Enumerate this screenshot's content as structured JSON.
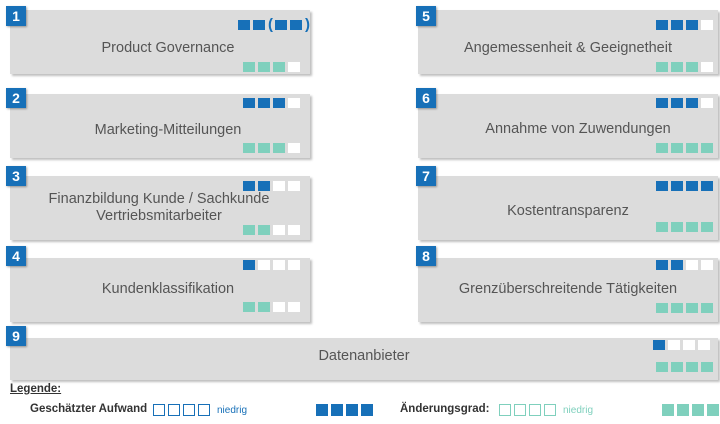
{
  "colors": {
    "effort": "#1770b8",
    "change": "#7fd0bd",
    "card_bg": "#dcdcdc",
    "empty": "#ffffff"
  },
  "topics": [
    {
      "number": "1",
      "title": "Product Governance",
      "effort": 2,
      "effort_extra": 2,
      "change": 3
    },
    {
      "number": "2",
      "title": "Marketing-Mitteilungen",
      "effort": 3,
      "change": 3
    },
    {
      "number": "3",
      "title": "Finanzbildung Kunde / Sachkunde Vertriebsmitarbeiter",
      "effort": 2,
      "change": 2
    },
    {
      "number": "4",
      "title": "Kundenklassifikation",
      "effort": 1,
      "change": 2
    },
    {
      "number": "5",
      "title": "Angemessenheit & Geeignetheit",
      "effort": 3,
      "change": 3
    },
    {
      "number": "6",
      "title": "Annahme von Zuwendungen",
      "effort": 3,
      "change": 4
    },
    {
      "number": "7",
      "title": "Kostentransparenz",
      "effort": 4,
      "change": 4
    },
    {
      "number": "8",
      "title": "Grenzüberschreitende Tätigkeiten",
      "effort": 2,
      "change": 4
    },
    {
      "number": "9",
      "title": "Datenanbieter",
      "effort": 1,
      "change": 4
    }
  ],
  "legend": {
    "heading": "Legende:",
    "effort_label": "Geschätzter Aufwand",
    "change_label": "Änderungsgrad:",
    "low_label": "niedrig"
  }
}
